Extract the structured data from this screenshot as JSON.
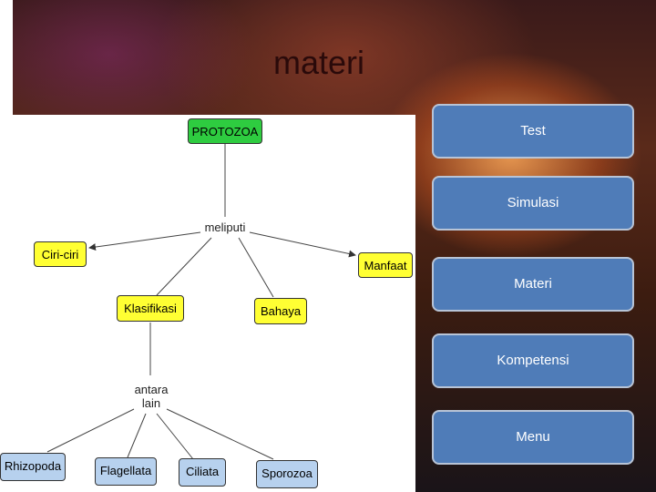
{
  "slide": {
    "title": "materi"
  },
  "concept_map": {
    "root": "PROTOZOA",
    "link1": "meliputi",
    "ciri": "Ciri-ciri",
    "manfaat": "Manfaat",
    "klasifikasi": "Klasifikasi",
    "bahaya": "Bahaya",
    "link2_line1": "antara",
    "link2_line2": "lain",
    "rhizopoda": "Rhizopoda",
    "flagellata": "Flagellata",
    "ciliata": "Ciliata",
    "sporozoa": "Sporozoa"
  },
  "nav": {
    "test": "Test",
    "simulasi": "Simulasi",
    "materi": "Materi",
    "kompetensi": "Kompetensi",
    "menu": "Menu"
  }
}
